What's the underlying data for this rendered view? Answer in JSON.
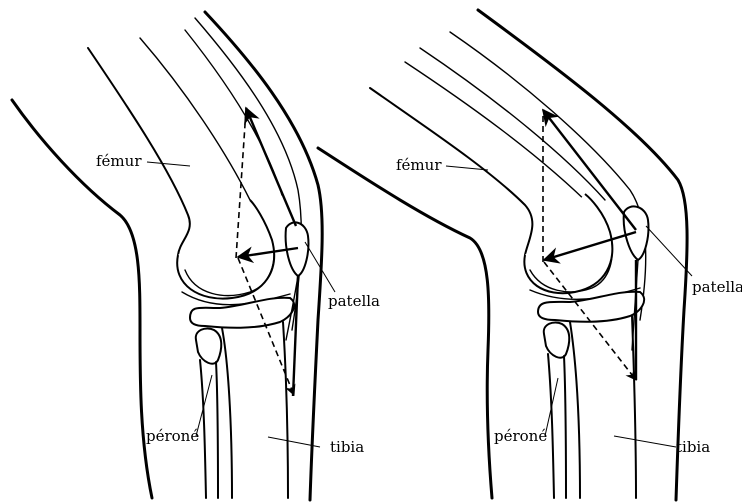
{
  "panels": [
    {
      "labels": {
        "femur": "fémur",
        "patella": "patella",
        "perone": "péroné",
        "tibia": "tibia"
      }
    },
    {
      "labels": {
        "femur": "fémur",
        "patella": "patella",
        "perone": "péroné",
        "tibia": "tibia"
      }
    }
  ]
}
